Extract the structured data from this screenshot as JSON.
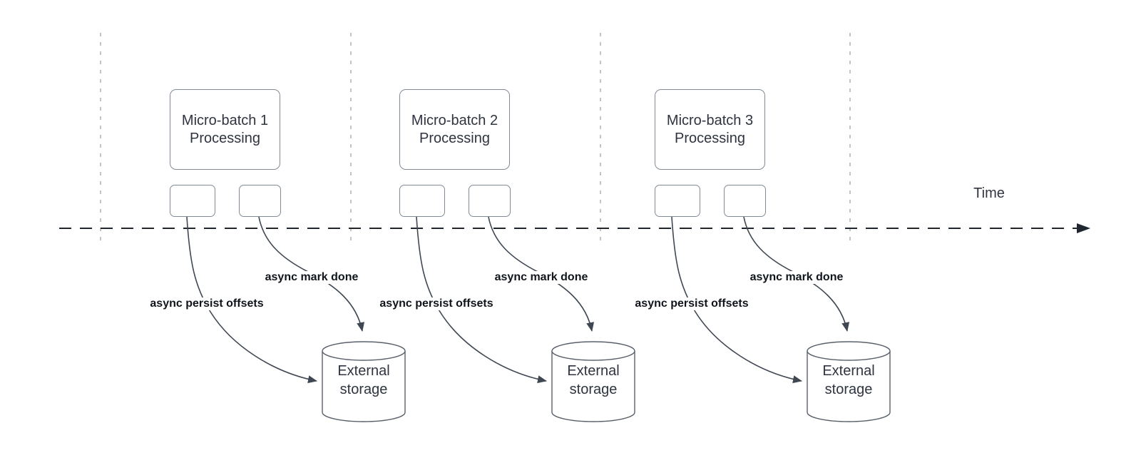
{
  "diagram": {
    "time_axis_label": "Time",
    "groups": [
      {
        "title": "Micro-batch 1\nProcessing",
        "persist_label": "async persist offsets",
        "mark_label": "async mark done",
        "storage_label": "External\nstorage"
      },
      {
        "title": "Micro-batch 2\nProcessing",
        "persist_label": "async persist offsets",
        "mark_label": "async mark done",
        "storage_label": "External\nstorage"
      },
      {
        "title": "Micro-batch 3\nProcessing",
        "persist_label": "async persist offsets",
        "mark_label": "async mark done",
        "storage_label": "External\nstorage"
      }
    ],
    "colors": {
      "background": "#ffffff",
      "timeline_stroke": "#20262e",
      "arrow_stroke": "#3f4752",
      "shape_border": "#828a96",
      "cylinder_border": "#5a616b",
      "gridline": "#ababab",
      "shape_text": "#2f3440",
      "edge_label_text": "#10151c"
    }
  }
}
